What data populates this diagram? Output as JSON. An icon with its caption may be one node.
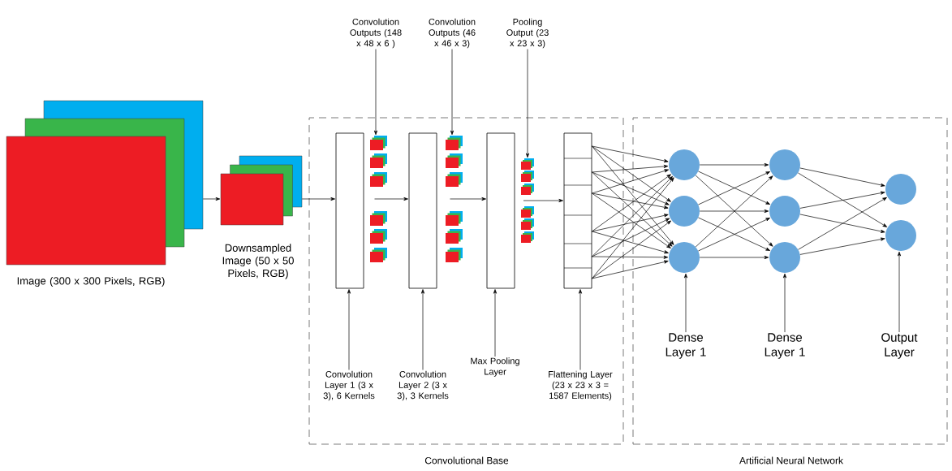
{
  "diagram": {
    "nodes": [
      {
        "text": [
          "Convolutional Base"
        ]
      },
      {
        "text": [
          "Artificial Neural Network"
        ]
      },
      {
        "text": [],
        "shape": "box",
        "beside": [
          "Image (300 x 300 Pixels, RGB)"
        ]
      },
      {
        "text": [],
        "shape": "box",
        "beside": [
          "Downsampled Image (50 x 50 Pixels, RGB)"
        ]
      },
      {
        "text": [],
        "shape": "box",
        "in": 0
      },
      {
        "text": [],
        "shape": "picture",
        "in": 0
      },
      {
        "text": [],
        "shape": "box",
        "in": 0
      },
      {
        "text": [],
        "shape": "picture",
        "in": 0
      },
      {
        "text": [],
        "shape": "box",
        "in": 0
      },
      {
        "text": [],
        "shape": "picture",
        "in": 0
      },
      {
        "text": [],
        "shape": "box",
        "in": 0
      },
      {
        "text": [],
        "shape": "circle",
        "in": 1
      },
      {
        "text": [],
        "shape": "circle",
        "in": 1
      },
      {
        "text": [],
        "shape": "circle",
        "in": 1
      },
      {
        "text": [],
        "shape": "circle",
        "in": 1
      },
      {
        "text": [],
        "shape": "circle",
        "in": 1
      },
      {
        "text": [],
        "shape": "circle",
        "in": 1
      },
      {
        "text": [],
        "shape": "circle",
        "in": 1
      },
      {
        "text": [],
        "shape": "circle",
        "in": 1
      },
      {
        "text": [
          "Convolution Outputs (148 x 48 x 6 )"
        ]
      },
      {
        "text": [
          "Convolution Outputs (46 x 46 x 3)"
        ]
      },
      {
        "text": [
          "Pooling Output (23 x 23 x 3)"
        ]
      },
      {
        "text": [
          "Convolution Layer 1 (3 x 3), 6 Kernels"
        ],
        "in": 0
      },
      {
        "text": [
          "Convolution Layer 2 (3 x 3), 3 Kernels"
        ],
        "in": 0
      },
      {
        "text": [
          "Max Pooling Layer"
        ],
        "in": 0
      },
      {
        "text": [
          "Flattening Layer (23 x 23 x 3 = 1587 Elements)"
        ],
        "in": 0
      },
      {
        "text": [
          "Dense Layer 1"
        ],
        "in": 1
      },
      {
        "text": [
          "Dense Layer 1"
        ],
        "in": 1
      },
      {
        "text": [
          "Output Layer"
        ],
        "in": 1
      }
    ],
    "edges": [
      {
        "from": 2,
        "to": 3,
        "arrow": "to"
      },
      {
        "from": 3,
        "to": 4,
        "arrow": "to"
      },
      {
        "from": 5,
        "to": 6,
        "arrow": "to"
      },
      {
        "from": 7,
        "to": 8,
        "arrow": "to"
      },
      {
        "from": 9,
        "to": 10,
        "arrow": "to"
      },
      {
        "from": 10,
        "to": 11,
        "arrow": "to"
      },
      {
        "from": 10,
        "to": 12,
        "arrow": "to"
      },
      {
        "from": 10,
        "to": 13,
        "arrow": "to"
      },
      {
        "from": 10,
        "to": 11,
        "arrow": "to"
      },
      {
        "from": 10,
        "to": 12,
        "arrow": "to"
      },
      {
        "from": 10,
        "to": 13,
        "arrow": "to"
      },
      {
        "from": 10,
        "to": 11,
        "arrow": "to"
      },
      {
        "from": 10,
        "to": 12,
        "arrow": "to"
      },
      {
        "from": 10,
        "to": 13,
        "arrow": "to"
      },
      {
        "from": 10,
        "to": 11,
        "arrow": "to"
      },
      {
        "from": 10,
        "to": 12,
        "arrow": "to"
      },
      {
        "from": 10,
        "to": 13,
        "arrow": "to"
      },
      {
        "from": 10,
        "to": 11,
        "arrow": "to"
      },
      {
        "from": 10,
        "to": 12,
        "arrow": "to"
      },
      {
        "from": 10,
        "to": 13,
        "arrow": "to"
      },
      {
        "from": 10,
        "to": 11,
        "arrow": "to"
      },
      {
        "from": 10,
        "to": 12,
        "arrow": "to"
      },
      {
        "from": 10,
        "to": 13,
        "arrow": "to"
      },
      {
        "from": 11,
        "to": 14,
        "arrow": "to"
      },
      {
        "from": 11,
        "to": 15,
        "arrow": "to"
      },
      {
        "from": 11,
        "to": 16,
        "arrow": "to"
      },
      {
        "from": 12,
        "to": 14,
        "arrow": "to"
      },
      {
        "from": 12,
        "to": 15,
        "arrow": "to"
      },
      {
        "from": 12,
        "to": 16,
        "arrow": "to"
      },
      {
        "from": 13,
        "to": 14,
        "arrow": "to"
      },
      {
        "from": 13,
        "to": 15,
        "arrow": "to"
      },
      {
        "from": 13,
        "to": 16,
        "arrow": "to"
      },
      {
        "from": 14,
        "to": 17,
        "arrow": "to"
      },
      {
        "from": 14,
        "to": 18,
        "arrow": "to"
      },
      {
        "from": 15,
        "to": 17,
        "arrow": "to"
      },
      {
        "from": 15,
        "to": 18,
        "arrow": "to"
      },
      {
        "from": 16,
        "to": 17,
        "arrow": "to"
      },
      {
        "from": 16,
        "to": 18,
        "arrow": "to"
      },
      {
        "from": 19,
        "to": 5,
        "arrow": "to"
      },
      {
        "from": 20,
        "to": 7,
        "arrow": "to"
      },
      {
        "from": 21,
        "to": 9,
        "arrow": "to"
      },
      {
        "from": 22,
        "to": 4,
        "arrow": "to"
      },
      {
        "from": 23,
        "to": 6,
        "arrow": "to"
      },
      {
        "from": 24,
        "to": 8,
        "arrow": "to"
      },
      {
        "from": 25,
        "to": 10,
        "arrow": "to"
      },
      {
        "from": 26,
        "to": 13,
        "arrow": "to"
      },
      {
        "from": 27,
        "to": 16,
        "arrow": "to"
      },
      {
        "from": 28,
        "to": 18,
        "arrow": "to"
      }
    ]
  }
}
